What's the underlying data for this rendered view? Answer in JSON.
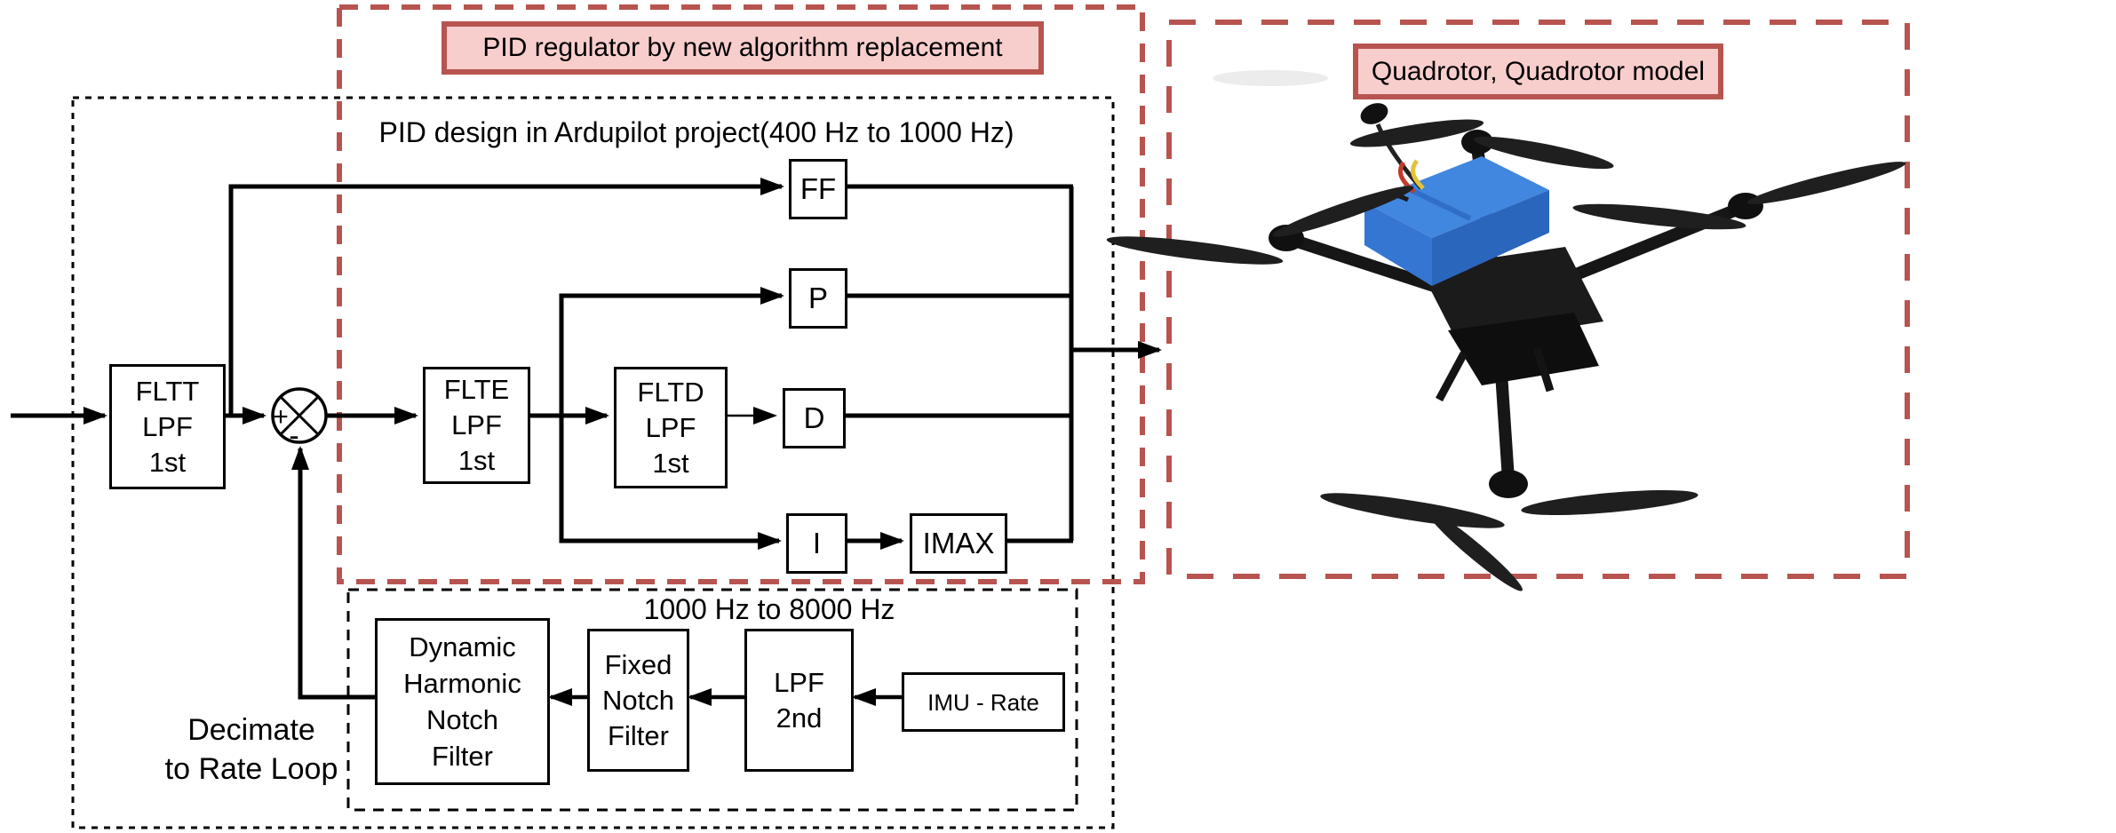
{
  "colors": {
    "accent_red": "#b85450",
    "pink_fill": "#f8cecc",
    "line_black": "#000000",
    "battery_blue": "#3b82dd"
  },
  "pid_region": {
    "label": "PID regulator by new algorithm replacement",
    "title": "PID design in Ardupilot project(400 Hz to 1000 Hz)",
    "sum_junction": {
      "plus": "+",
      "minus": "-"
    },
    "blocks": {
      "fltt": {
        "lines": [
          "FLTT",
          "LPF",
          "1st"
        ]
      },
      "flte": {
        "lines": [
          "FLTE",
          "LPF",
          "1st"
        ]
      },
      "fltd": {
        "lines": [
          "FLTD",
          "LPF",
          "1st"
        ]
      },
      "ff": "FF",
      "p": "P",
      "d": "D",
      "i": "I",
      "imax": "IMAX"
    }
  },
  "feedback_region": {
    "title": "1000 Hz to 8000 Hz",
    "decimate_note": {
      "line1": "Decimate",
      "line2": "to Rate Loop"
    },
    "blocks": {
      "dynamic_harmonic_notch": {
        "lines": [
          "Dynamic",
          "Harmonic",
          "Notch",
          "Filter"
        ]
      },
      "fixed_notch": {
        "lines": [
          "Fixed",
          "Notch",
          "Filter"
        ]
      },
      "lpf2": {
        "lines": [
          "LPF",
          "2nd"
        ]
      },
      "imu": "IMU - Rate"
    }
  },
  "quadrotor_region": {
    "label": "Quadrotor, Quadrotor model"
  }
}
